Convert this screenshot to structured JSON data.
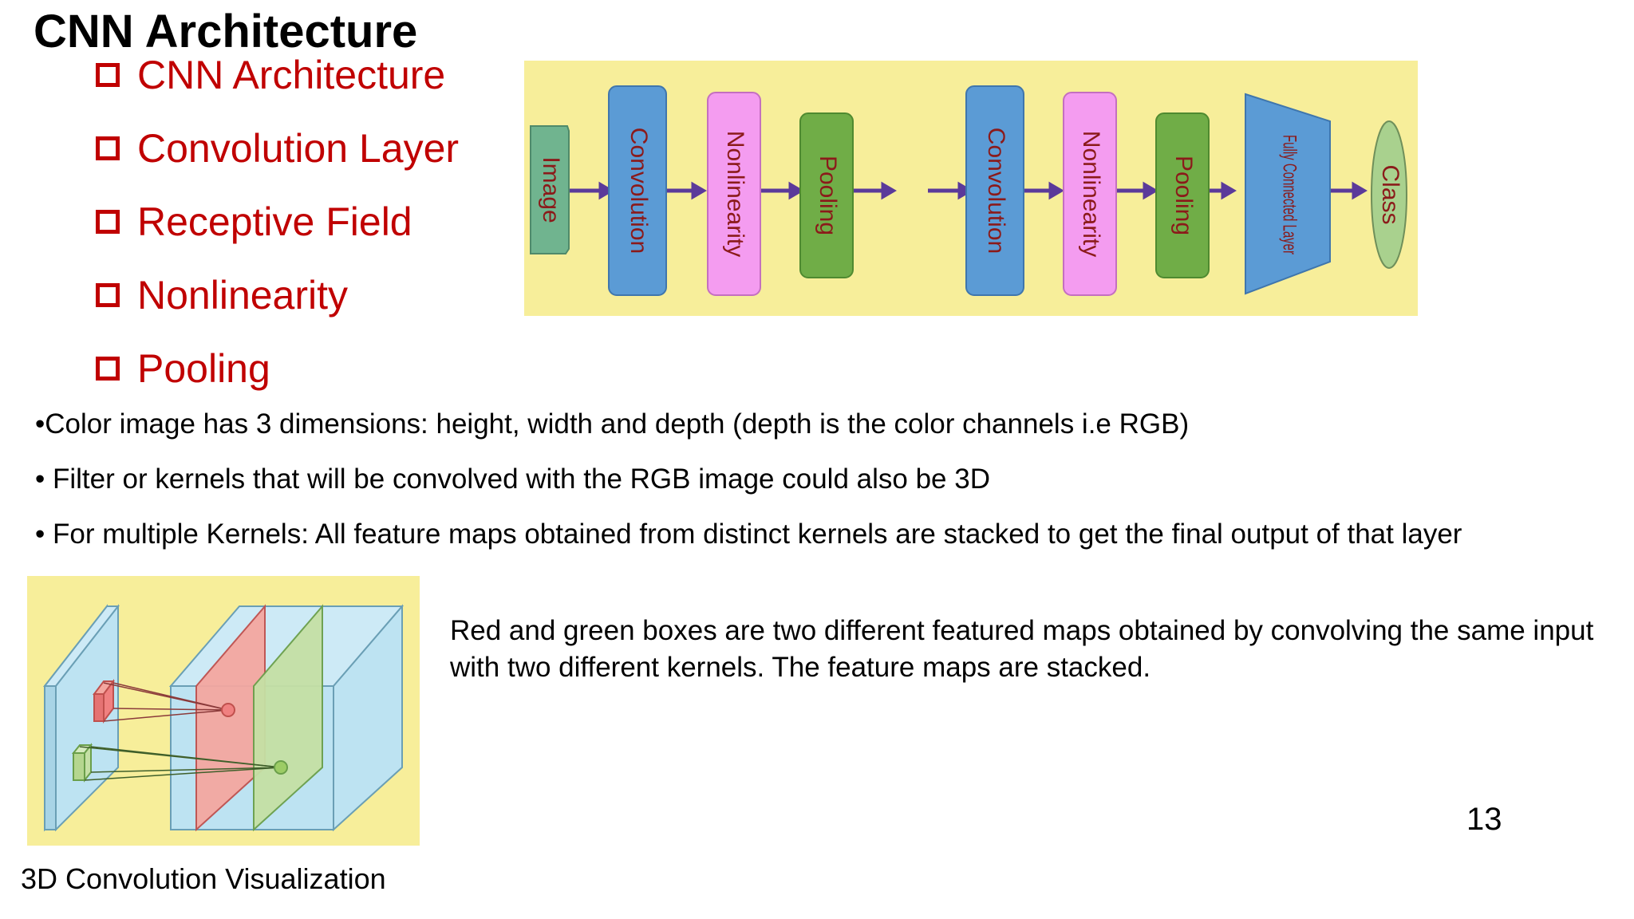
{
  "slide": {
    "title": "CNN Architecture",
    "topics": [
      "CNN Architecture",
      "Convolution Layer",
      "Receptive Field",
      "Nonlinearity",
      "Pooling"
    ],
    "bullets": [
      "•Color image has 3 dimensions: height, width and depth (depth is the color channels i.e RGB)",
      "• Filter or kernels that will be convolved with the RGB image could also be 3D",
      "• For multiple Kernels: All feature maps obtained from distinct kernels are stacked to get the final output of that layer"
    ],
    "caption": "Red and green boxes are two different  featured maps obtained by convolving the same input with two different kernels. The feature maps are stacked.",
    "viz_caption": "3D  Convolution Visualization",
    "page_number": "13"
  },
  "pipeline": {
    "blocks": [
      "Image",
      "Convolution",
      "Nonlinearity",
      "Pooling",
      "Convolution",
      "Nonlinearity",
      "Pooling",
      "Fully Connected Layer",
      "Class"
    ],
    "label_color": "#8b1a1a"
  },
  "colors": {
    "topic_red": "#c00000",
    "diagram_bg": "#f7ee9a",
    "convolution": "#5b9bd5",
    "nonlinearity": "#f49cf0",
    "pooling": "#70ad47",
    "image": "#70b48f",
    "class": "#a9d18e",
    "arrow": "#5b3a9a",
    "volume_blue": "#bde3f2",
    "feature_red": "#f4a7a0",
    "feature_green": "#c5e0a5"
  }
}
